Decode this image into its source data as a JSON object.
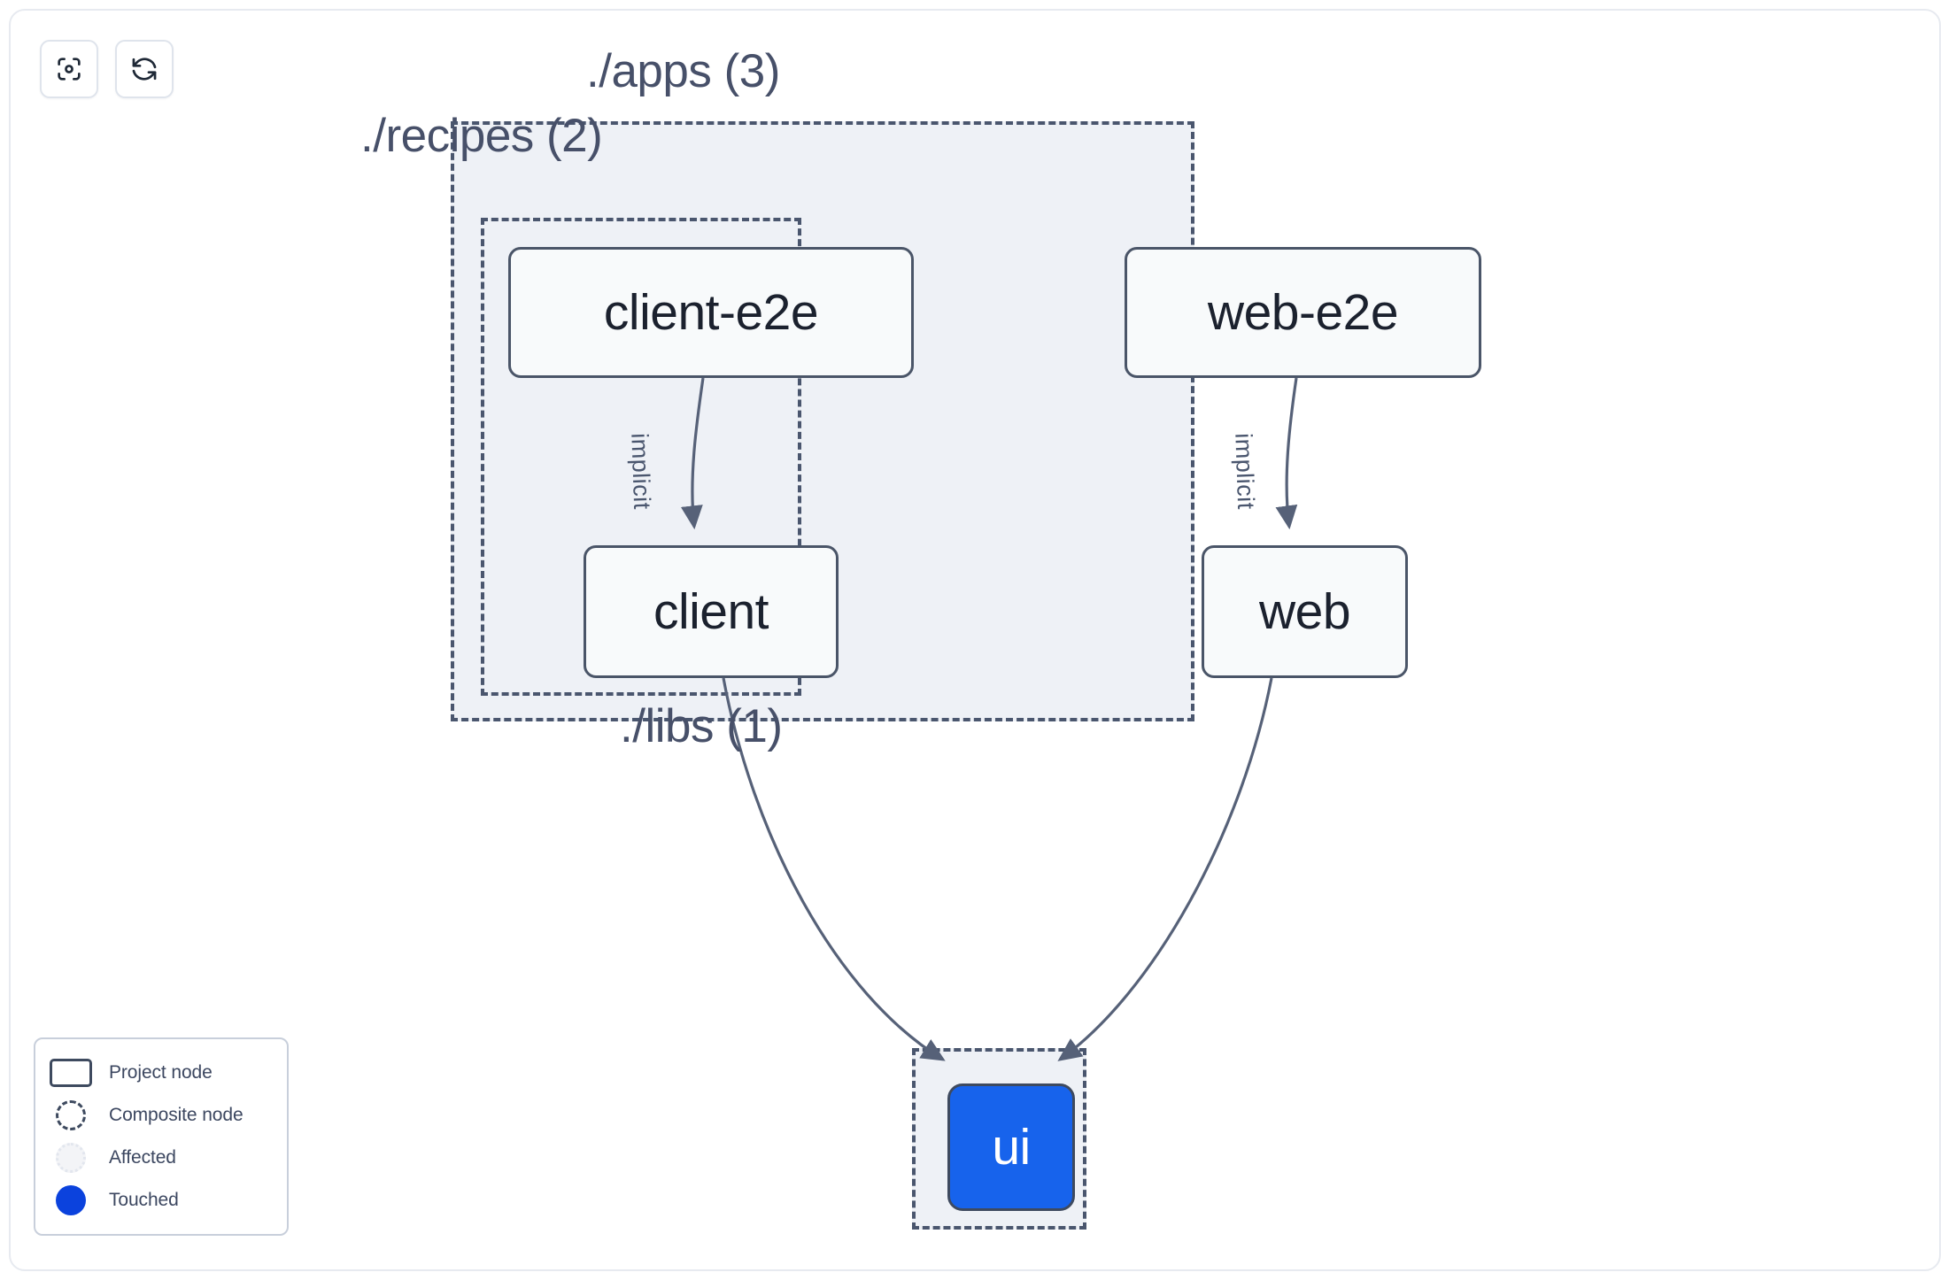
{
  "app": {
    "title": "Project Graph"
  },
  "toolbar": {
    "buttons": [
      {
        "name": "focus-graph-button",
        "icon": "focus-target-icon",
        "label": ""
      },
      {
        "name": "refresh-graph-button",
        "icon": "refresh-icon",
        "label": ""
      }
    ]
  },
  "graph": {
    "colors": {
      "node_border": "#4a5568",
      "node_fill": "#f8fafb",
      "node_text": "#1b212e",
      "composite_border": "#4a566e",
      "composite_fill": "#eef1f6",
      "composite_label": "#475069",
      "edge_stroke": "#4a566e",
      "touched": "#1763ec",
      "touched_legend": "#0b42dd",
      "canvas_bg": "#ffffff",
      "frame_border": "#e7eaf0"
    },
    "composites": [
      {
        "id": "apps",
        "label": "./apps (3)",
        "count": 3
      },
      {
        "id": "recipes",
        "label": "./recipes (2)",
        "count": 2
      },
      {
        "id": "libs",
        "label": "./libs (1)",
        "count": 1
      }
    ],
    "nodes": [
      {
        "id": "client-e2e",
        "label": "client-e2e",
        "parent": "recipes",
        "state": "normal"
      },
      {
        "id": "web-e2e",
        "label": "web-e2e",
        "parent": "apps",
        "state": "normal"
      },
      {
        "id": "client",
        "label": "client",
        "parent": "recipes",
        "state": "normal"
      },
      {
        "id": "web",
        "label": "web",
        "parent": "apps",
        "state": "normal"
      },
      {
        "id": "ui",
        "label": "ui",
        "parent": "libs",
        "state": "touched"
      }
    ],
    "edges": [
      {
        "from": "client-e2e",
        "to": "client",
        "label": "implicit"
      },
      {
        "from": "web-e2e",
        "to": "web",
        "label": "implicit"
      },
      {
        "from": "client",
        "to": "ui",
        "label": ""
      },
      {
        "from": "web",
        "to": "ui",
        "label": ""
      }
    ]
  },
  "legend": {
    "items": [
      {
        "swatch": "project-node-swatch",
        "label": "Project node"
      },
      {
        "swatch": "composite-node-swatch",
        "label": "Composite node"
      },
      {
        "swatch": "affected-swatch",
        "label": "Affected"
      },
      {
        "swatch": "touched-swatch",
        "label": "Touched"
      }
    ]
  }
}
